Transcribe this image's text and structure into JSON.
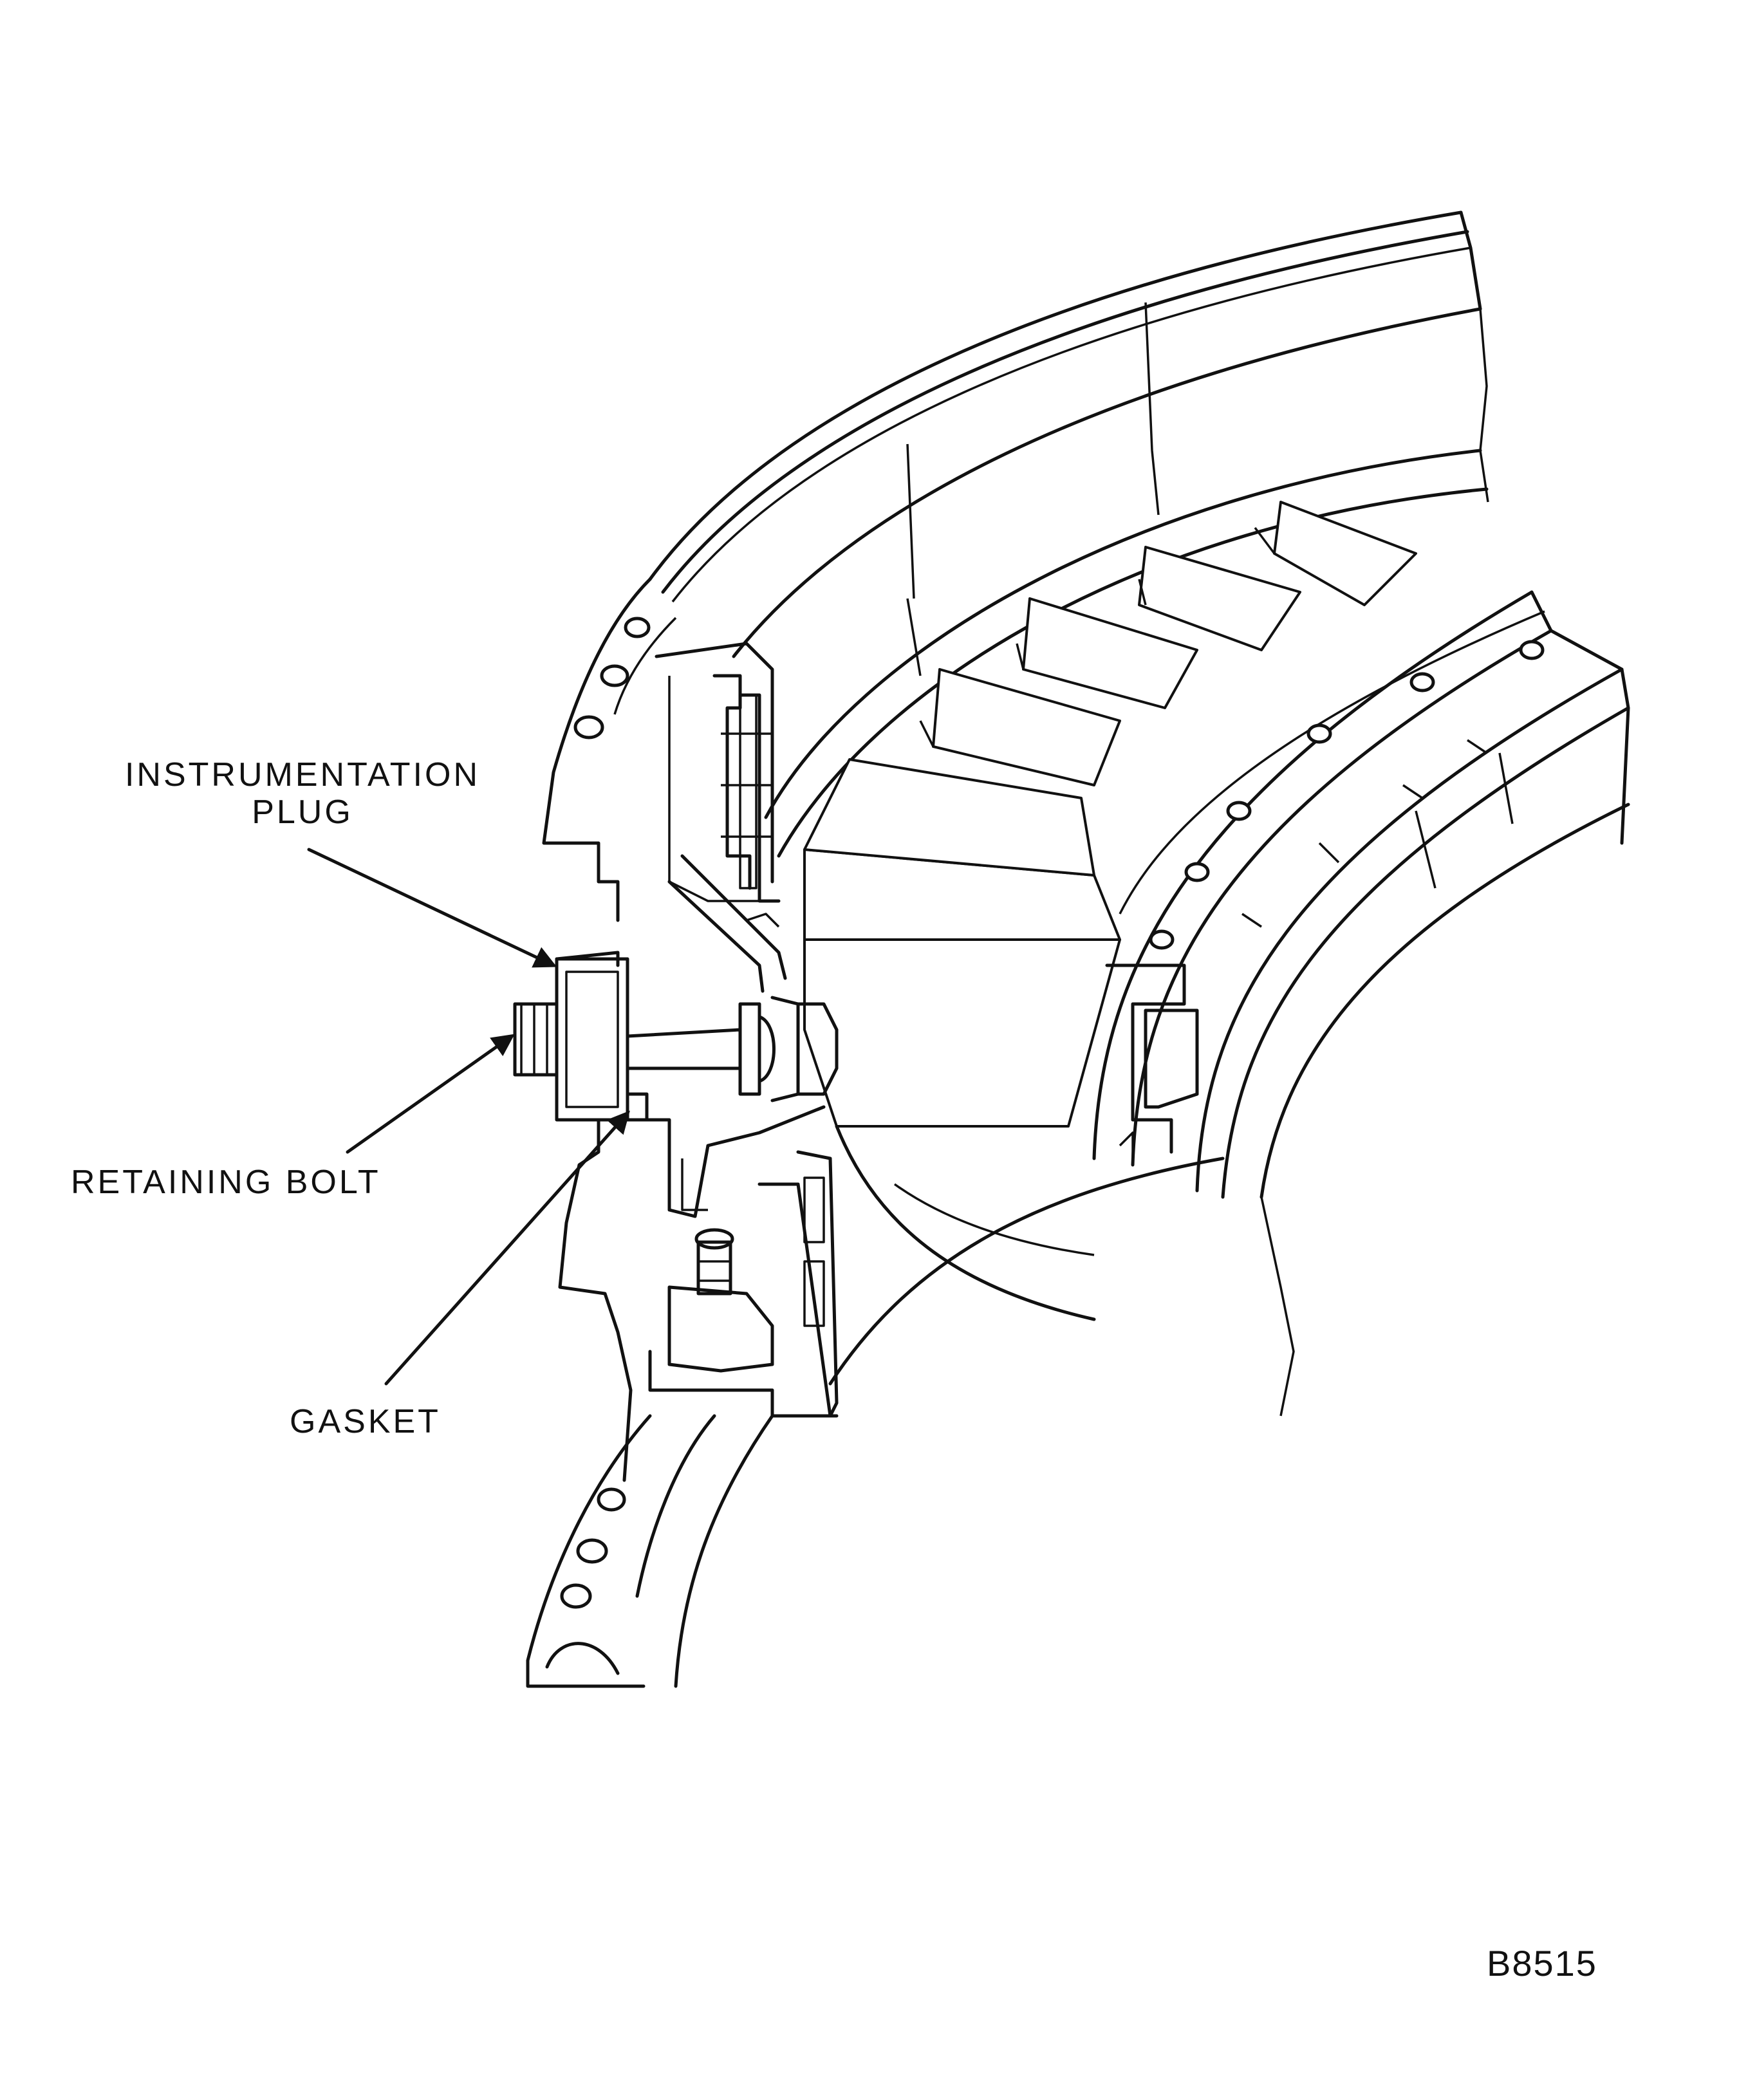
{
  "callouts": {
    "instrumentation_plug": [
      "INSTRUMENTATION",
      "PLUG"
    ],
    "retaining_bolt": "RETAINING BOLT",
    "gasket": "GASKET"
  },
  "figure_id": "B8515"
}
